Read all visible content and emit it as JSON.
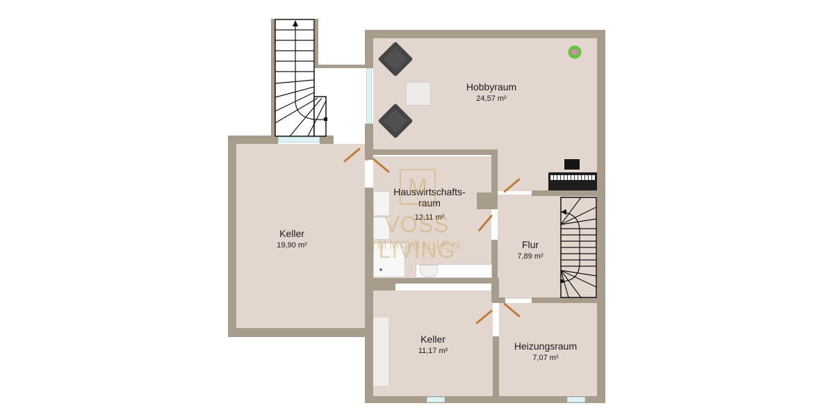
{
  "floorplan": {
    "rooms": [
      {
        "id": "hobbyraum",
        "name": "Hobbyraum",
        "area": "24,57 m²"
      },
      {
        "id": "hauswirtschaftsraum",
        "name": "Hauswirtschafts-",
        "name2": "raum",
        "area": "12,11 m²"
      },
      {
        "id": "keller-large",
        "name": "Keller",
        "area": "19,90 m²"
      },
      {
        "id": "flur",
        "name": "Flur",
        "area": "7,89 m²"
      },
      {
        "id": "keller-small",
        "name": "Keller",
        "area": "11,17 m²"
      },
      {
        "id": "heizungsraum",
        "name": "Heizungsraum",
        "area": "7,07 m²"
      }
    ],
    "watermark": {
      "brand": "VOSS LIVING",
      "sub": "IMMOBILIEN"
    },
    "colors": {
      "wall": "#a89c8c",
      "floor": "#e2d6cf",
      "door": "#c07a3c",
      "window": "#dff3f5",
      "watermark": "#c9a760"
    }
  }
}
